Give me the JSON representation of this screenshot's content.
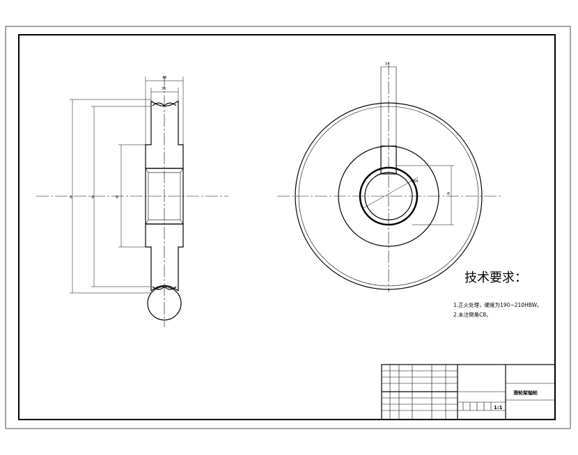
{
  "tech_req": {
    "heading": "技术要求：",
    "items": [
      "1.正火处理，硬度为190~210HBW。",
      "2.未注倒角C8。"
    ]
  },
  "title_block": {
    "part_name": "滑轮架轴轮",
    "scale": "1:1"
  },
  "dims": {
    "side_top_outer": "48",
    "side_top_inner": "30",
    "side_d1": "Φ",
    "side_d2": "Φ",
    "side_d3": "Φ",
    "front_keyway_width": "14",
    "front_bore_dim": "Φ64",
    "front_right_dim": "Φ"
  }
}
